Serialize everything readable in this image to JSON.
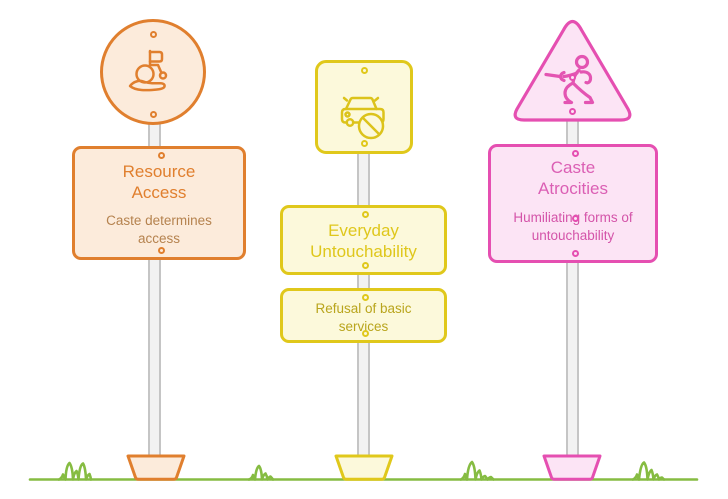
{
  "scene": {
    "background_color": "#FFFFFF",
    "ground_color": "#86BC42",
    "pole_fill_color": "#F2F2F2",
    "pole_border_color": "#C5C5C5"
  },
  "signposts": [
    {
      "name": "resource-access",
      "head_shape": "circle",
      "icon": "hand-holding-wheelchair-icon",
      "accent_color": "#E07F2E",
      "fill_color": "#FCEBDB",
      "subtitle_color": "#B5824E",
      "title": "Resource Access",
      "subtitle": "Caste determines access"
    },
    {
      "name": "everyday-untouchability",
      "head_shape": "rounded-square",
      "icon": "car-prohibited-icon",
      "accent_color": "#E0C81B",
      "fill_color": "#FCF9DB",
      "subtitle_color": "#B9A51D",
      "title": "Everyday Untouchability",
      "subtitle": "Refusal of basic services"
    },
    {
      "name": "caste-atrocities",
      "head_shape": "triangle",
      "icon": "fencer-attack-icon",
      "accent_color": "#E54FB1",
      "fill_color": "#FCE4F5",
      "subtitle_color": "#D454A9",
      "title": "Caste Atrocities",
      "subtitle": "Humiliating forms of untouchability"
    }
  ]
}
